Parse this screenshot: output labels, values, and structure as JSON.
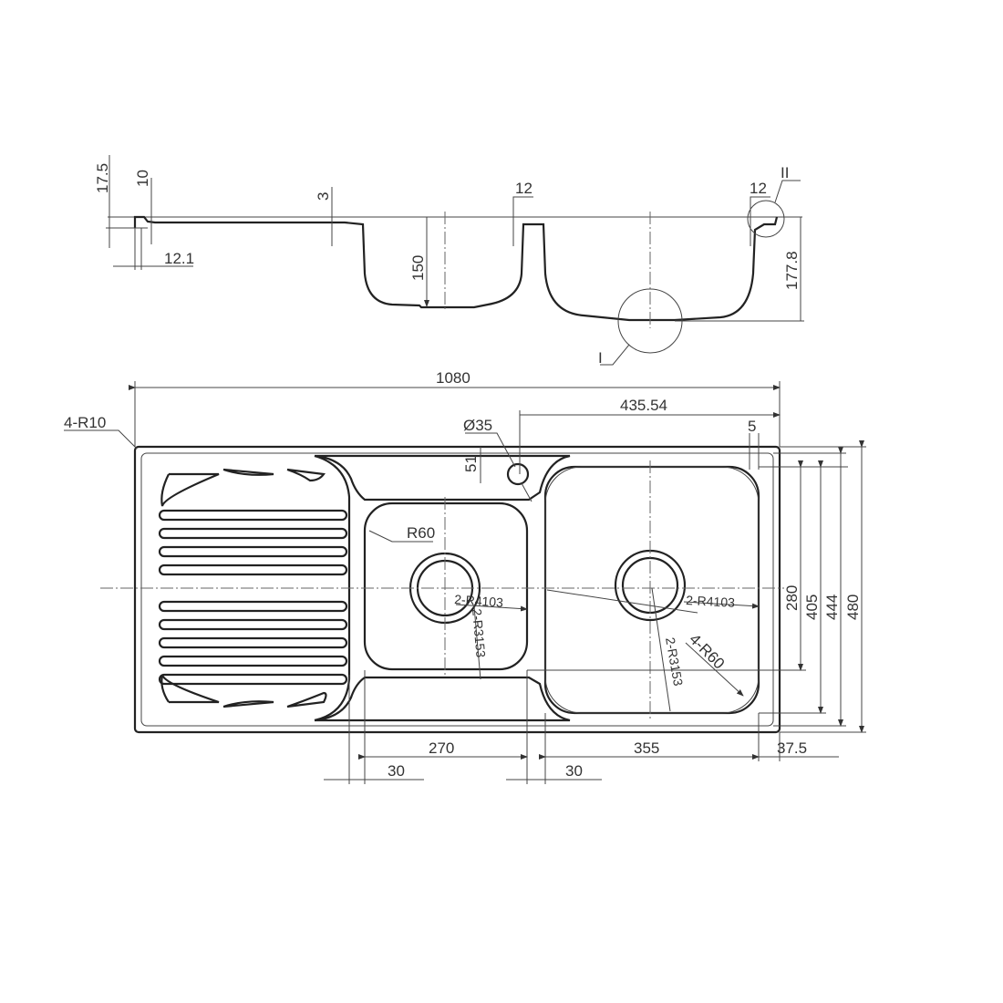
{
  "section_view": {
    "dims": {
      "d17_5": "17.5",
      "d10": "10",
      "d12_1": "12.1",
      "d3": "3",
      "d150": "150",
      "d12a": "12",
      "d12b": "12",
      "d177_8": "177.8"
    },
    "detail_labels": {
      "detail_1": "I",
      "detail_2": "II"
    }
  },
  "plan_view": {
    "dims": {
      "overall_length": "1080",
      "tap_offset": "435.54",
      "rim_5": "5",
      "corner_radius": "4-R10",
      "tap_hole": "Ø35",
      "tap_distance": "51",
      "small_bowl_radius": "R60",
      "r4103_left": "2-R4103",
      "r3153_left": "2-R3153",
      "r4103_right": "2-R4103",
      "r3153_right": "2-R3153",
      "large_bowl_radius": "4-R60",
      "h280": "280",
      "h405": "405",
      "h444": "444",
      "h480": "480",
      "w270": "270",
      "w355": "355",
      "w37_5": "37.5",
      "w30a": "30",
      "w30b": "30"
    }
  },
  "colors": {
    "line": "#222222",
    "background": "#ffffff"
  }
}
